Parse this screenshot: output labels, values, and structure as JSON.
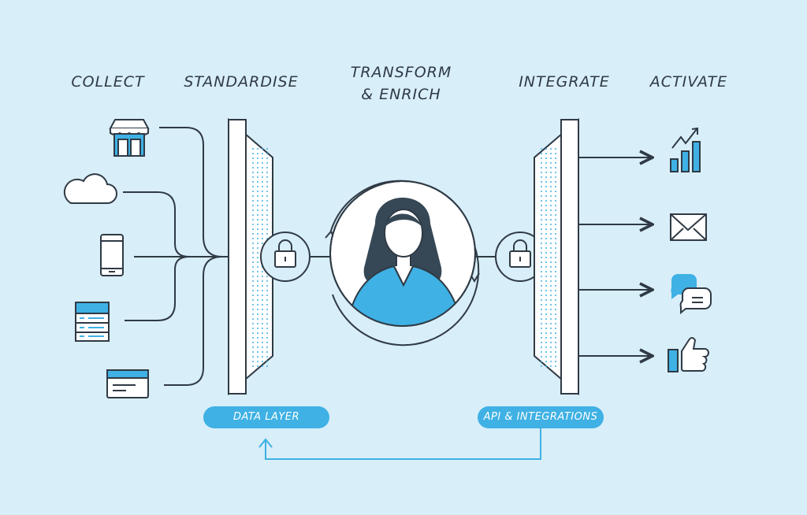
{
  "stages": {
    "collect": "COLLECT",
    "standardise": "STANDARDISE",
    "transform_line1": "TRANSFORM",
    "transform_line2": "& ENRICH",
    "integrate": "INTEGRATE",
    "activate": "ACTIVATE"
  },
  "badges": {
    "data_layer": "DATA LAYER",
    "api_integrations": "API & INTEGRATIONS"
  },
  "colors": {
    "background": "#d8eef9",
    "accent": "#3fb1e4",
    "stroke": "#2f3a45"
  },
  "icons": {
    "collect": [
      "store-icon",
      "cloud-icon",
      "mobile-icon",
      "server-icon",
      "browser-icon"
    ],
    "activate": [
      "bar-chart-icon",
      "mail-icon",
      "chat-icon",
      "thumbs-up-icon"
    ],
    "security": "lock-icon",
    "center": "person-icon"
  }
}
